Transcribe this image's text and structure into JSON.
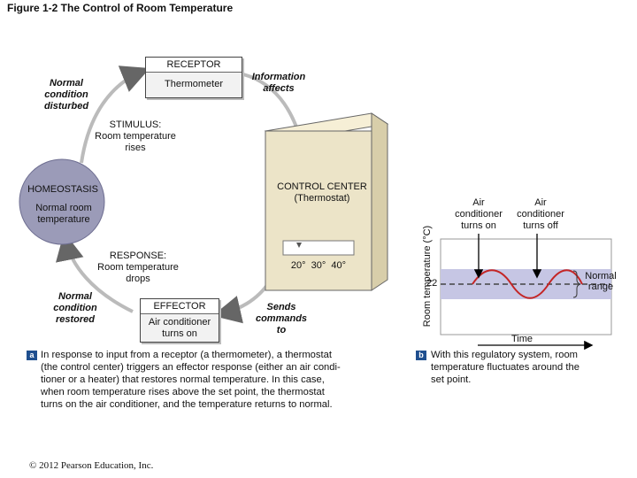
{
  "figure_title": "Figure 1-2 The Control of Room Temperature",
  "diagram": {
    "receptor": {
      "title": "RECEPTOR",
      "body": "Thermometer"
    },
    "normal_condition_disturbed": [
      "Normal",
      "condition",
      "disturbed"
    ],
    "information_affects": [
      "Information",
      "affects"
    ],
    "stimulus": [
      "STIMULUS:",
      "Room temperature",
      "rises"
    ],
    "homeostasis": {
      "title": "HOMEOSTASIS",
      "body": [
        "Normal room",
        "temperature"
      ]
    },
    "control_center": [
      "CONTROL CENTER",
      "(Thermostat)"
    ],
    "thermostat_scale": "20°  30°  40°",
    "response": [
      "RESPONSE:",
      "Room temperature",
      "drops"
    ],
    "normal_condition_restored": [
      "Normal",
      "condition",
      "restored"
    ],
    "effector": {
      "title": "EFFECTOR",
      "body": [
        "Air conditioner",
        "turns on"
      ]
    },
    "sends_commands": [
      "Sends",
      "commands",
      "to"
    ]
  },
  "graph": {
    "y_axis_label": "Room temperature (°C)",
    "set_point": "22",
    "normal_range": [
      "Normal",
      "range"
    ],
    "x_axis_label": "Time",
    "ac_on": [
      "Air",
      "conditioner",
      "turns on"
    ],
    "ac_off": [
      "Air",
      "conditioner",
      "turns off"
    ]
  },
  "caption_a": {
    "badge": "a",
    "lines": [
      "In response to input from a receptor (a thermometer), a thermostat",
      "(the control center) triggers an effector response (either an air condi-",
      "tioner or a heater) that restores normal temperature. In this case,",
      "when room temperature rises above the set point, the thermostat",
      "turns on the air conditioner, and the temperature returns to normal."
    ]
  },
  "caption_b": {
    "badge": "b",
    "lines": [
      "With this regulatory system, room",
      "temperature fluctuates around the",
      "set point."
    ]
  },
  "copyright": "© 2012 Pearson Education, Inc.",
  "colors": {
    "homeostasis_fill": "#9b9bb8",
    "thermostat_fill": "#ece4c8",
    "band_fill": "#c6c6e4",
    "wave": "#c42525",
    "arrow": "#555555"
  }
}
